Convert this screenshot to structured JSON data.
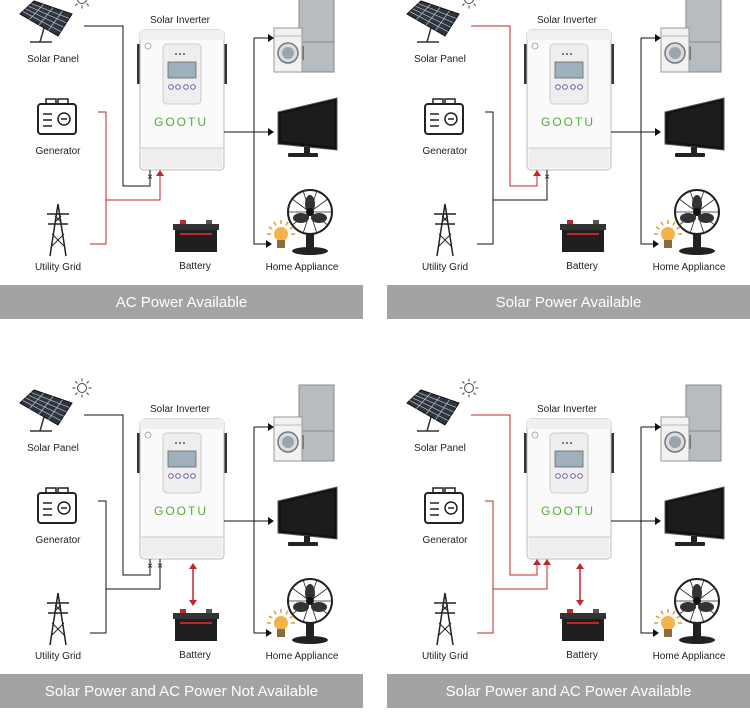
{
  "labels": {
    "solar_panel": "Solar Panel",
    "solar_inverter": "Solar Inverter",
    "generator": "Generator",
    "utility_grid": "Utility Grid",
    "battery": "Battery",
    "home_appliance": "Home Appliance",
    "brand": "GOOTU"
  },
  "panels": [
    {
      "title": "AC Power Available",
      "solar_line_color": "#111111",
      "ac_line_color": "#c0262c",
      "x_marks": [
        true,
        false
      ],
      "ac_arrow": true,
      "battery_flow": false
    },
    {
      "title": "Solar Power Available",
      "solar_line_color": "#c0262c",
      "ac_line_color": "#111111",
      "x_marks": [
        false,
        true
      ],
      "ac_arrow": false,
      "battery_flow": false
    },
    {
      "title": "Solar Power and AC Power Not Available",
      "solar_line_color": "#111111",
      "ac_line_color": "#111111",
      "x_marks": [
        true,
        true
      ],
      "ac_arrow": false,
      "battery_flow": true
    },
    {
      "title": "Solar Power and AC Power Available",
      "solar_line_color": "#c0262c",
      "ac_line_color": "#c0262c",
      "x_marks": [
        false,
        false
      ],
      "ac_arrow": true,
      "battery_flow": true
    }
  ],
  "colors": {
    "flow_red": "#c0262c",
    "line_black": "#111111",
    "banner_gray": "#a3a3a3",
    "brand_green": "#55aa33"
  }
}
